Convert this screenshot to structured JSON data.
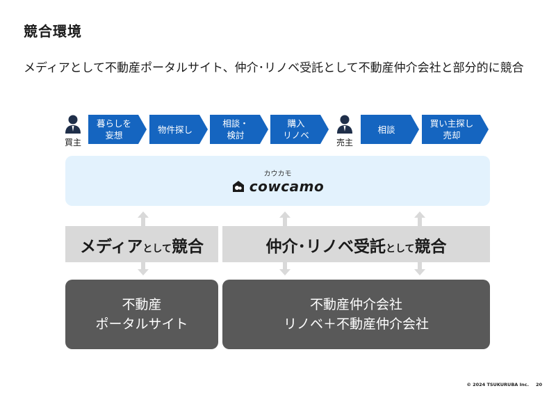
{
  "slide": {
    "title": "競合環境",
    "subtitle": "メディアとして不動産ポータルサイト、仲介･リノベ受託として不動産仲介会社と部分的に競合"
  },
  "flow": {
    "buyer_label": "買主",
    "seller_label": "売主",
    "steps": [
      {
        "line1": "暮らしを",
        "line2": "妄想"
      },
      {
        "line1": "物件探し",
        "line2": ""
      },
      {
        "line1": "相談・",
        "line2": "検討"
      },
      {
        "line1": "購入",
        "line2": "リノベ"
      },
      {
        "line1": "相談",
        "line2": ""
      },
      {
        "line1": "買い主探し",
        "line2": "売却"
      }
    ],
    "chevron_color": "#1565c0"
  },
  "brand": {
    "kana": "カウカモ",
    "name": "cowcamo",
    "band_color": "#e3f2fd"
  },
  "competition": {
    "media": {
      "main1": "メディア",
      "small": "として",
      "main2": "競合"
    },
    "brokerage": {
      "main1": "仲介･リノベ受託",
      "small": "として",
      "main2": "競合"
    }
  },
  "competitors": {
    "portal": {
      "line1": "不動産",
      "line2": "ポータルサイト"
    },
    "broker": {
      "line1": "不動産仲介会社",
      "line2": "リノベ＋不動産仲介会社"
    }
  },
  "footer": {
    "copyright": "© 2024 TSUKURUBA Inc.",
    "page": "20"
  }
}
